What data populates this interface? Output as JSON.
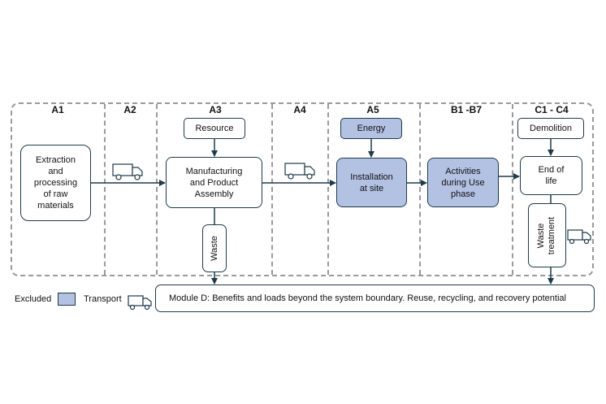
{
  "stages": {
    "a1": "A1",
    "a2": "A2",
    "a3": "A3",
    "a4": "A4",
    "a5": "A5",
    "b": "B1 -B7",
    "c": "C1 - C4"
  },
  "boxes": {
    "extraction": "Extraction\nand\nprocessing\nof raw\nmaterials",
    "resource": "Resource",
    "manufacturing": "Manufacturing\nand Product\nAssembly",
    "waste": "Waste",
    "energy": "Energy",
    "installation": "Installation\nat site",
    "activities": "Activities\nduring Use\nphase",
    "demolition": "Demolition",
    "end_of_life": "End of\nlife",
    "waste_treatment": "Waste\ntreatment"
  },
  "legend": {
    "excluded": "Excluded",
    "transport": "Transport"
  },
  "module_d": "Module D: Benefits and loads beyond the system boundary. Reuse, recycling, and recovery potential",
  "colors": {
    "excluded_fill": "#b3c1e3",
    "stroke": "#1f3a4a",
    "boundary": "#9a9a9a"
  }
}
